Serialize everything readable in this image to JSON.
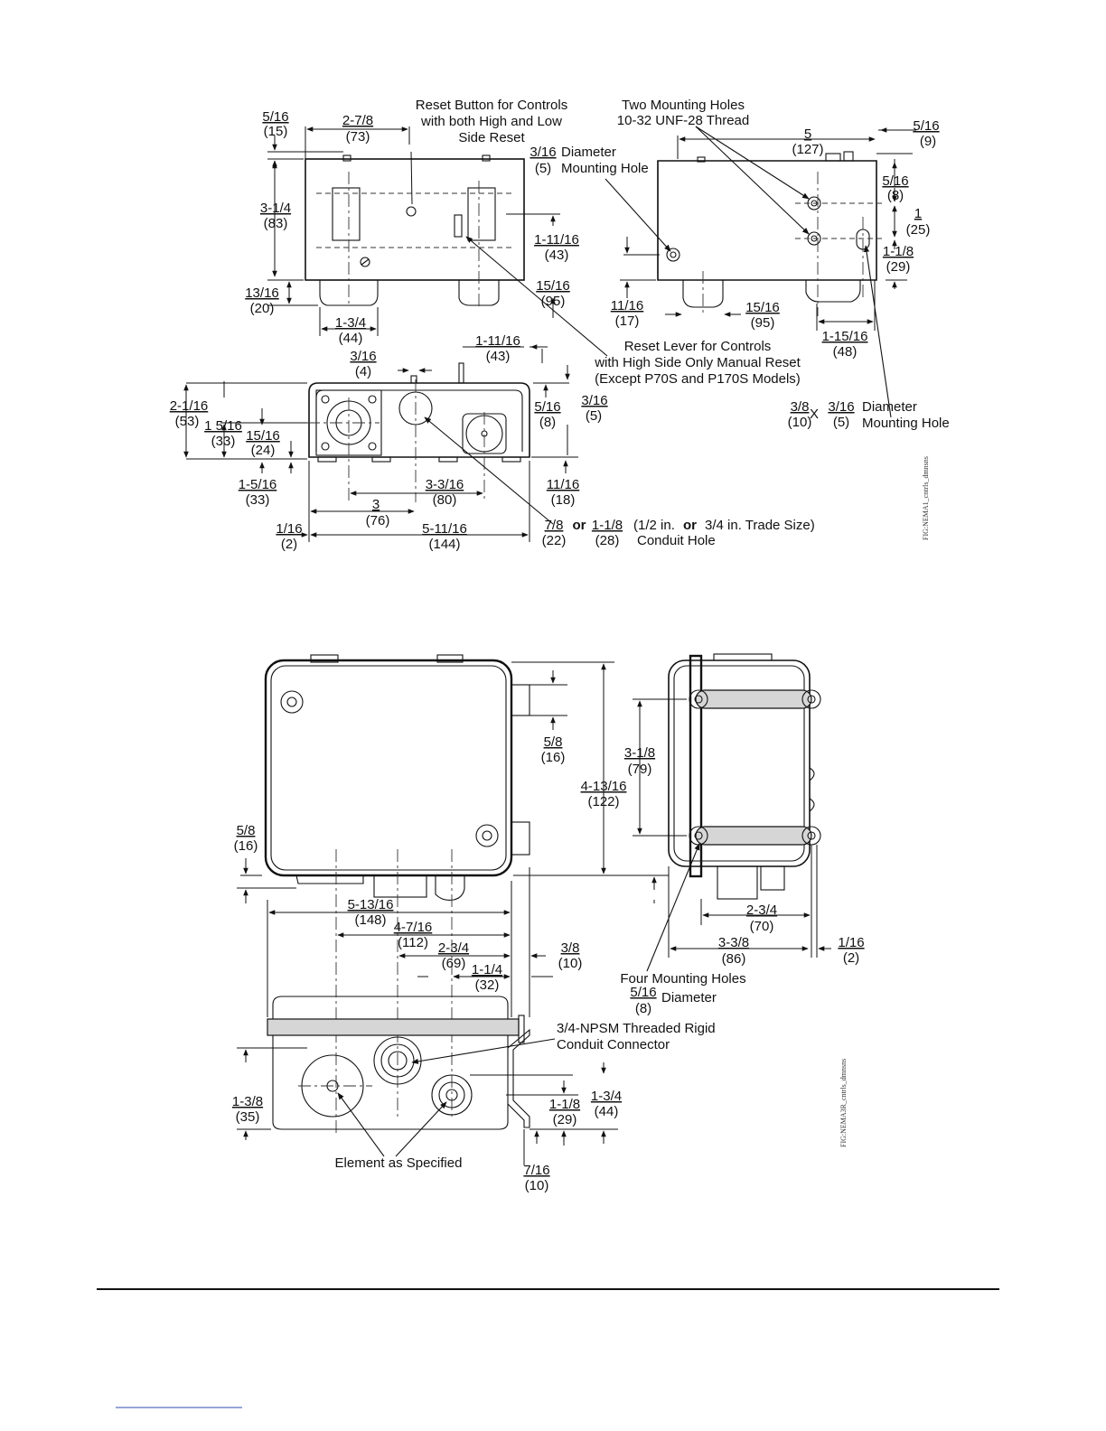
{
  "figure1": {
    "callouts": {
      "reset_button": [
        "Reset Button for Controls",
        "with both High and Low",
        "Side Reset"
      ],
      "mounting_holes_two": [
        "Two Mounting Holes",
        "10-32 UNF-28 Thread"
      ],
      "diameter_mounting_hole": [
        "Diameter",
        "Mounting Hole"
      ],
      "reset_lever": [
        "Reset Lever for Controls",
        "with High Side Only Manual Reset",
        "(Except P70S and P170S Models)"
      ],
      "slot_hole": "Diameter",
      "slot_hole_2": "Mounting Hole",
      "slot_x": "X",
      "conduit_or": "or",
      "conduit_trade": "(1/2 in. or 3/4 in. Trade Size)",
      "conduit_trade_a": "(1/2 in.",
      "conduit_trade_or": "or",
      "conduit_trade_b": "3/4 in. Trade Size)",
      "conduit_hole": "Conduit Hole"
    },
    "dims": {
      "d_5_16": "5/16",
      "d_15": "(15)",
      "d_2_7_8": "2-7/8",
      "d_73": "(73)",
      "d_3_16a": "3/16",
      "d_5a": "(5)",
      "d_3_1_4": "3-1/4",
      "d_83": "(83)",
      "d_1_11_16a": "1-11/16",
      "d_43a": "(43)",
      "d_13_16": "13/16",
      "d_20": "(20)",
      "d_15_16a": "15/16",
      "d_95a": "(95)",
      "d_1_3_4": "1-3/4",
      "d_44": "(44)",
      "d_5": "5",
      "d_127": "(127)",
      "d_5_16r": "5/16",
      "d_9": "(9)",
      "d_5_16m": "5/16",
      "d_8a": "(8)",
      "d_1": "1",
      "d_25": "(25)",
      "d_1_1_8a": "1-1/8",
      "d_29a": "(29)",
      "d_11_16": "11/16",
      "d_17": "(17)",
      "d_15_16b": "15/16",
      "d_95b": "(95)",
      "d_1_15_16": "1-15/16",
      "d_48": "(48)",
      "d_3_16b": "3/16",
      "d_4": "(4)",
      "d_1_11_16b": "1-11/16",
      "d_43b": "(43)",
      "d_2_1_16": "2-1/16",
      "d_53": "(53)",
      "d_1_5_16a": "1 5/16",
      "d_33a": "(33)",
      "d_15_16c": "15/16",
      "d_24": "(24)",
      "d_5_16b": "5/16",
      "d_8b": "(8)",
      "d_3_16c": "3/16",
      "d_5c": "(5)",
      "d_1_5_16b": "1-5/16",
      "d_33b": "(33)",
      "d_3_3_16": "3-3/16",
      "d_80": "(80)",
      "d_11_16b": "11/16",
      "d_18": "(18)",
      "d_3": "3",
      "d_76": "(76)",
      "d_1_16": "1/16",
      "d_2": "(2)",
      "d_5_11_16": "5-11/16",
      "d_144": "(144)",
      "d_7_8": "7/8",
      "d_22": "(22)",
      "d_1_1_8b": "1-1/8",
      "d_28": "(28)",
      "d_3_8": "3/8",
      "d_10": "(10)",
      "d_3_16d": "3/16",
      "d_5d": "(5)"
    },
    "file_tag": "FIG:NEMA1_cntrls_dmnsns"
  },
  "figure2": {
    "callouts": {
      "four_holes": "Four Mounting Holes",
      "four_holes_dia": "Diameter",
      "connector": [
        "3/4-NPSM Threaded Rigid",
        "Conduit Connector"
      ],
      "element": "Element as Specified"
    },
    "dims": {
      "e_5_8a": "5/8",
      "e_16a": "(16)",
      "e_3_1_8": "3-1/8",
      "e_79": "(79)",
      "e_4_13_16": "4-13/16",
      "e_122": "(122)",
      "e_5_8b": "5/8",
      "e_16b": "(16)",
      "e_5_13_16": "5-13/16",
      "e_148": "(148)",
      "e_4_7_16": "4-7/16",
      "e_112": "(112)",
      "e_2_3_4a": "2-3/4",
      "e_69": "(69)",
      "e_3_8": "3/8",
      "e_10a": "(10)",
      "e_1_1_4": "1-1/4",
      "e_32": "(32)",
      "e_2_3_4b": "2-3/4",
      "e_70": "(70)",
      "e_3_3_8": "3-3/8",
      "e_86": "(86)",
      "e_1_16": "1/16",
      "e_2": "(2)",
      "e_5_16": "5/16",
      "e_8": "(8)",
      "e_1_3_8": "1-3/8",
      "e_35": "(35)",
      "e_1_1_8": "1-1/8",
      "e_29": "(29)",
      "e_1_3_4": "1-3/4",
      "e_44": "(44)",
      "e_7_16": "7/16",
      "e_10b": "(10)"
    },
    "file_tag": "FIG:NEMA3R_cntrls_dmnsns"
  }
}
